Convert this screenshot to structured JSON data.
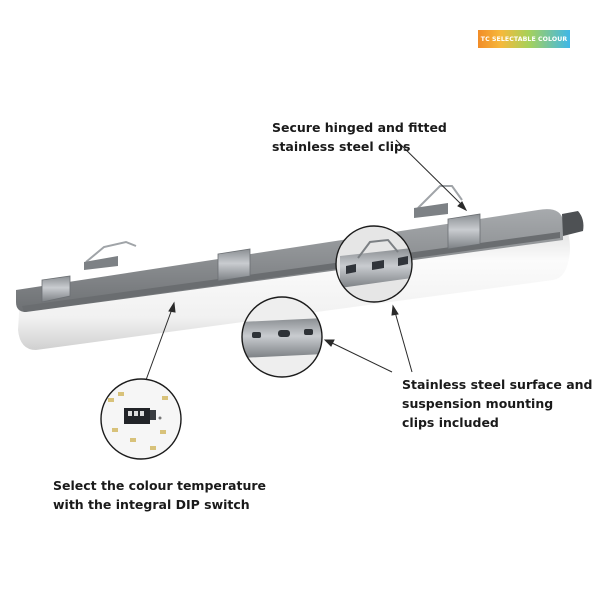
{
  "badge": {
    "label": "TC SELECTABLE COLOUR"
  },
  "callouts": {
    "clips": {
      "line1": "Secure hinged and fitted",
      "line2": "stainless steel clips"
    },
    "surface": {
      "line1": "Stainless steel surface and",
      "line2": "suspension mounting",
      "line3": "clips included"
    },
    "dip": {
      "line1": "Select the colour temperature",
      "line2": "with the integral DIP switch"
    }
  },
  "colors": {
    "housing": "#8d9093",
    "diffuser": "#f4f4f4",
    "steel": "#a9adb1",
    "text": "#1a1a1a"
  }
}
